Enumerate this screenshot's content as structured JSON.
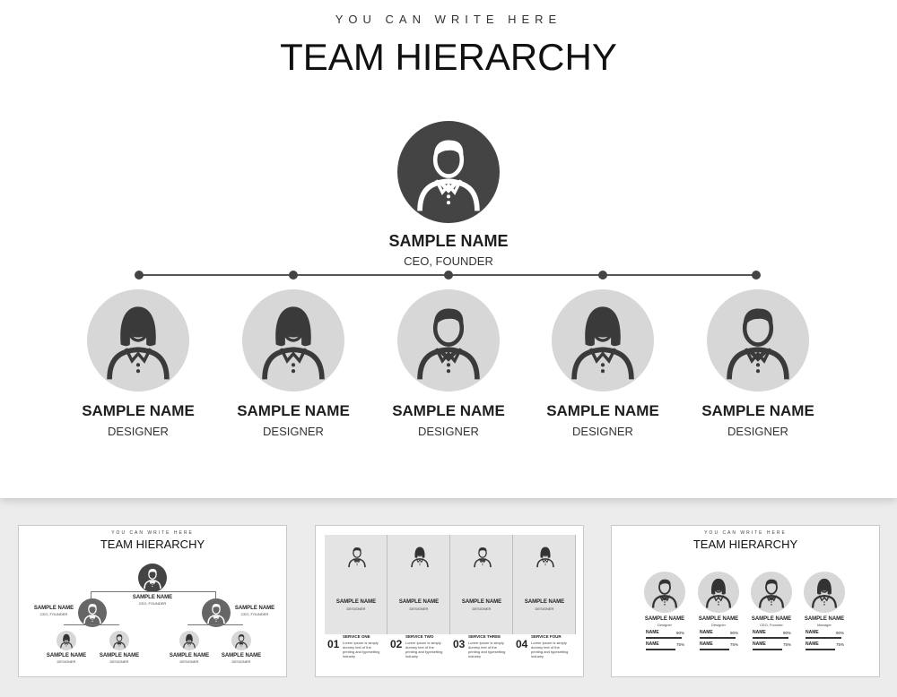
{
  "main": {
    "subtitle": "YOU CAN WRITE HERE",
    "title": "TEAM HIERARCHY",
    "ceo": {
      "name": "SAMPLE NAME",
      "role": "CEO, FOUNDER",
      "avatar": "man-icon"
    },
    "members": [
      {
        "name": "SAMPLE NAME",
        "role": "DESIGNER",
        "avatar": "woman-icon"
      },
      {
        "name": "SAMPLE NAME",
        "role": "DESIGNER",
        "avatar": "woman-icon"
      },
      {
        "name": "SAMPLE NAME",
        "role": "DESIGNER",
        "avatar": "man-icon"
      },
      {
        "name": "SAMPLE NAME",
        "role": "DESIGNER",
        "avatar": "woman-icon"
      },
      {
        "name": "SAMPLE NAME",
        "role": "DESIGNER",
        "avatar": "man-icon"
      }
    ]
  },
  "thumbnails": {
    "org": {
      "subtitle": "YOU CAN WRITE HERE",
      "title": "TEAM HIERARCHY",
      "top": {
        "name": "SAMPLE NAME",
        "role": "CEO, FOUNDER"
      },
      "left": {
        "name": "SAMPLE NAME",
        "role": "CEO, FOUNDER"
      },
      "right": {
        "name": "SAMPLE NAME",
        "role": "CEO, FOUNDER"
      },
      "leaf": [
        {
          "name": "SAMPLE NAME",
          "role": "DESIGNER"
        },
        {
          "name": "SAMPLE NAME",
          "role": "DESIGNER"
        },
        {
          "name": "SAMPLE NAME",
          "role": "DESIGNER"
        },
        {
          "name": "SAMPLE NAME",
          "role": "DESIGNER"
        }
      ]
    },
    "services": {
      "columns": [
        {
          "name": "SAMPLE NAME",
          "role": "DESIGNER",
          "num": "01",
          "title": "SERVICE ONE",
          "text": "Lorem Ipsum is simply dummy text of the printing and typesetting industry"
        },
        {
          "name": "SAMPLE NAME",
          "role": "DESIGNER",
          "num": "02",
          "title": "SERVICE TWO",
          "text": "Lorem Ipsum is simply dummy text of the printing and typesetting industry"
        },
        {
          "name": "SAMPLE NAME",
          "role": "DESIGNER",
          "num": "03",
          "title": "SERVICE THREE",
          "text": "Lorem Ipsum is simply dummy text of the printing and typesetting industry"
        },
        {
          "name": "SAMPLE NAME",
          "role": "DESIGNER",
          "num": "04",
          "title": "SERVICE FOUR",
          "text": "Lorem Ipsum is simply dummy text of the printing and typesetting industry"
        }
      ]
    },
    "skills": {
      "subtitle": "YOU CAN WRITE HERE",
      "title": "TEAM HIERARCHY",
      "people": [
        {
          "name": "SAMPLE NAME",
          "role": "Designer",
          "rows": [
            {
              "label": "NAME",
              "pct": "90%",
              "fill": 0.9
            },
            {
              "label": "NAME",
              "pct": "75%",
              "fill": 0.75
            }
          ]
        },
        {
          "name": "SAMPLE NAME",
          "role": "Designer",
          "rows": [
            {
              "label": "NAME",
              "pct": "90%",
              "fill": 0.9
            },
            {
              "label": "NAME",
              "pct": "75%",
              "fill": 0.75
            }
          ]
        },
        {
          "name": "SAMPLE NAME",
          "role": "CEO, Founder",
          "rows": [
            {
              "label": "NAME",
              "pct": "90%",
              "fill": 0.9
            },
            {
              "label": "NAME",
              "pct": "75%",
              "fill": 0.75
            }
          ]
        },
        {
          "name": "SAMPLE NAME",
          "role": "Manager",
          "rows": [
            {
              "label": "NAME",
              "pct": "90%",
              "fill": 0.9
            },
            {
              "label": "NAME",
              "pct": "75%",
              "fill": 0.75
            }
          ]
        }
      ]
    }
  },
  "colors": {
    "ceo_circle": "#444444",
    "member_circle": "#d7d7d7",
    "text": "#1e1e1e",
    "background": "#ececec"
  }
}
